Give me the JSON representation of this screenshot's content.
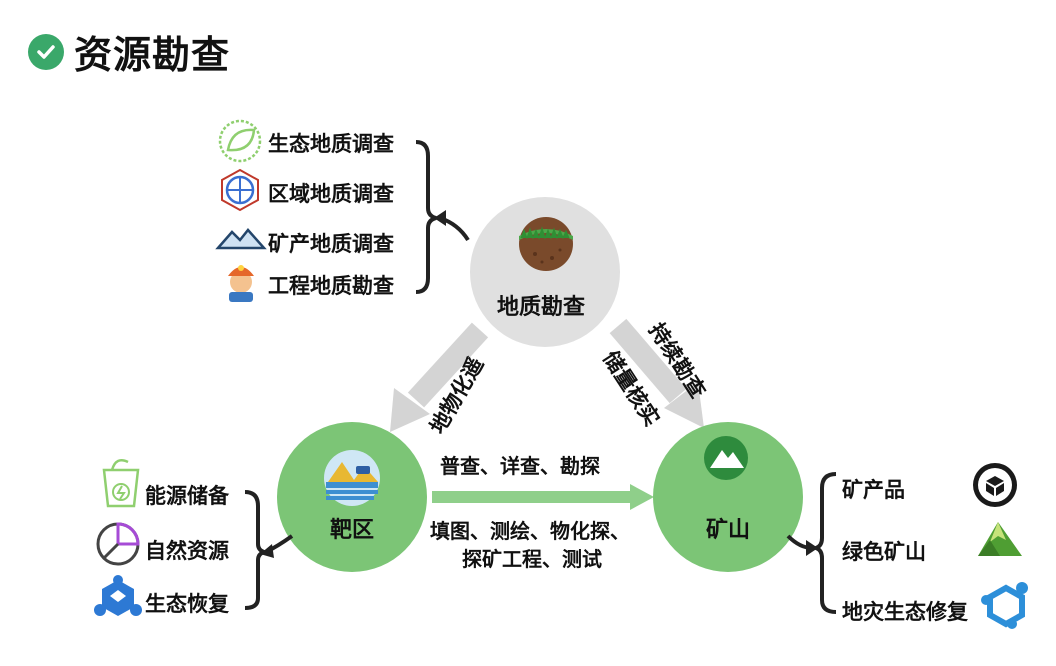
{
  "page": {
    "title": "资源勘查"
  },
  "nodes": {
    "geology": "地质勘查",
    "target": "靶区",
    "mine": "矿山"
  },
  "geology_branch": [
    {
      "label": "生态地质调查",
      "icon": "leaf-icon"
    },
    {
      "label": "区域地质调查",
      "icon": "globe-network-icon"
    },
    {
      "label": "矿产地质调查",
      "icon": "mountain-icon"
    },
    {
      "label": "工程地质勘查",
      "icon": "miner-icon"
    }
  ],
  "target_branch": [
    {
      "label": "能源储备",
      "icon": "energy-cup-icon"
    },
    {
      "label": "自然资源",
      "icon": "pie-chart-icon"
    },
    {
      "label": "生态恢复",
      "icon": "hexagon-network-icon"
    }
  ],
  "mine_branch": [
    {
      "label": "矿产品",
      "icon": "cube-icon"
    },
    {
      "label": "绿色矿山",
      "icon": "green-mountain-icon"
    },
    {
      "label": "地灾生态修复",
      "icon": "hex-nodes-icon"
    }
  ],
  "edges": {
    "geology_to_target": "地物化遥",
    "geology_to_mine_outer": "持续勘查",
    "geology_to_mine_inner": "储量核实",
    "target_to_mine_top": "普查、详查、勘探",
    "target_to_mine_bottom_1": "填图、测绘、物化探、",
    "target_to_mine_bottom_2": "探矿工程、测试"
  },
  "colors": {
    "accent_green": "#3aa86a",
    "node_green": "#7cc576",
    "node_gray": "#e0e0e0",
    "arrow_gray": "#d4d4d4",
    "arrow_green": "#8fcf8a"
  }
}
